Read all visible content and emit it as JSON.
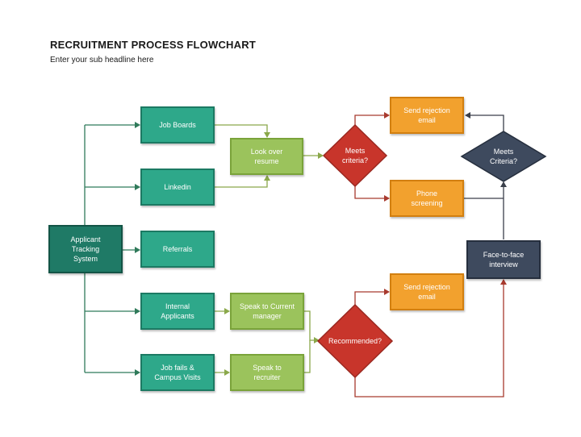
{
  "header": {
    "title": "RECRUITMENT PROCESS FLOWCHART",
    "subtitle": "Enter your sub headline here"
  },
  "nodes": {
    "ats": "Applicant\nTracking\nSystem",
    "job_boards": "Job Boards",
    "linkedin": "Linkedin",
    "referrals": "Referrals",
    "internal": "Internal\nApplicants",
    "job_fairs": "Job fails &\nCampus Visits",
    "look_over": "Look over\nresume",
    "speak_manager": "Speak to Current\nmanager",
    "speak_recruiter": "Speak to\nrecruiter",
    "meets_criteria_1": "Meets\ncriteria?",
    "recommended": "Recommended?",
    "send_rejection_1": "Send rejection\nemail",
    "phone_screening": "Phone\nscreening",
    "send_rejection_2": "Send rejection\nemail",
    "meets_criteria_2": "Meets\nCriteria?",
    "face_to_face": "Face-to-face\ninterview"
  },
  "colors": {
    "teal": "#2ea88a",
    "teal_dark": "#1f7a66",
    "olive": "#9bc35c",
    "orange": "#f2a12e",
    "red": "#c8352b",
    "navy": "#3e4a5e",
    "connector_green": "#2f7a5a",
    "connector_red": "#a83a2e",
    "connector_dark": "#3a3f4a"
  }
}
